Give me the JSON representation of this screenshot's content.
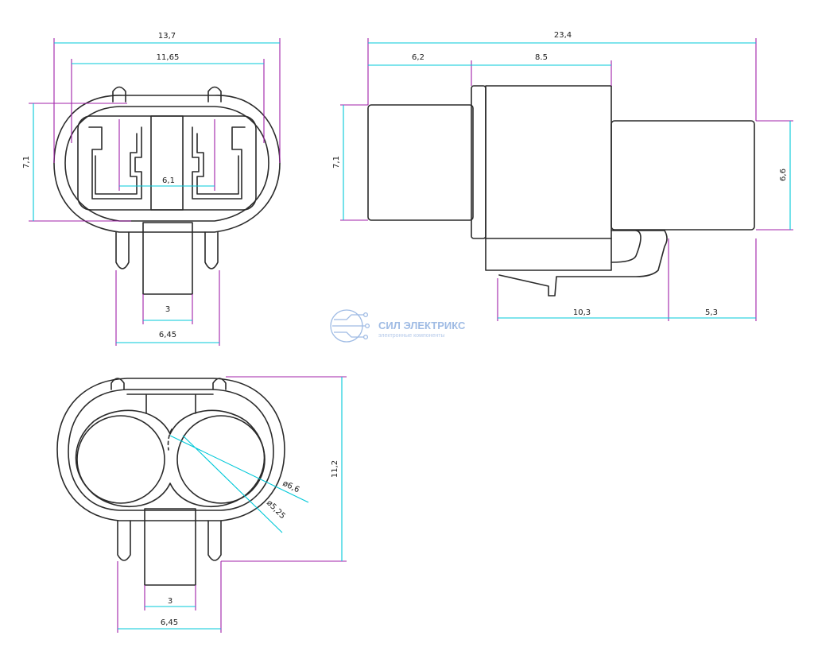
{
  "watermark": {
    "name": "СИЛ ЭЛЕКТРИКС",
    "tagline": "электронные компоненты",
    "color": "#8fb0e0"
  },
  "colors": {
    "outline": "#2a2a2a",
    "extension": "#a020a8",
    "dimension": "#00c8d8"
  },
  "front_view": {
    "dims": {
      "overall_width": "13,7",
      "inner_width": "11,65",
      "height": "7,1",
      "center_distance": "6,1",
      "tab_width": "3",
      "pin_span": "6,45"
    }
  },
  "side_view": {
    "dims": {
      "overall_length": "23,4",
      "left_section": "6,2",
      "middle_section": "8.5",
      "left_height": "7,1",
      "right_height": "6,6",
      "latch_length": "10,3",
      "right_end": "5,3"
    }
  },
  "rear_view": {
    "dims": {
      "height": "11,2",
      "outer_diameter": "ø6,6",
      "inner_diameter": "ø5,25",
      "tab_width": "3",
      "pin_span": "6,45"
    }
  }
}
